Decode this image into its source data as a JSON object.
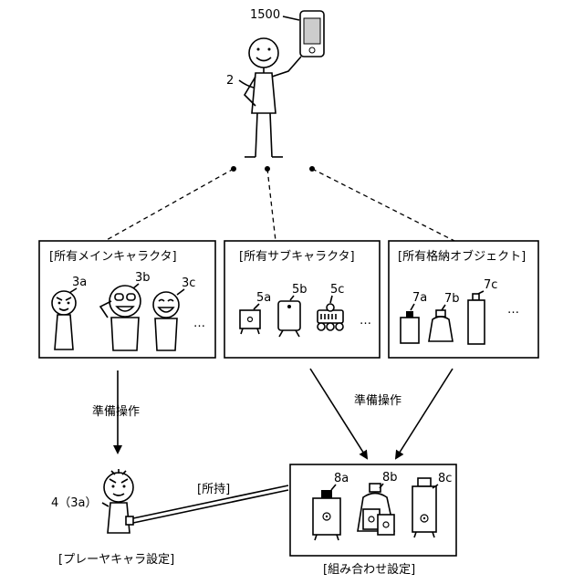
{
  "labels": {
    "terminal": "1500",
    "player": "2",
    "main_box": "[所有メインキャラクタ]",
    "sub_box": "[所有サブキャラクタ]",
    "storage_box": "[所有格納オブジェクト]",
    "main_a": "3a",
    "main_b": "3b",
    "main_c": "3c",
    "sub_a": "5a",
    "sub_b": "5b",
    "sub_c": "5c",
    "obj_a": "7a",
    "obj_b": "7b",
    "obj_c": "7c",
    "ellipsis": "…",
    "prep_left": "準備操作",
    "prep_right": "準備操作",
    "player_char": "4（3a）",
    "possess": "[所持]",
    "player_setting": "[プレーヤキャラ設定]",
    "combo_a": "8a",
    "combo_b": "8b",
    "combo_c": "8c",
    "combo_setting": "[組み合わせ設定]"
  }
}
